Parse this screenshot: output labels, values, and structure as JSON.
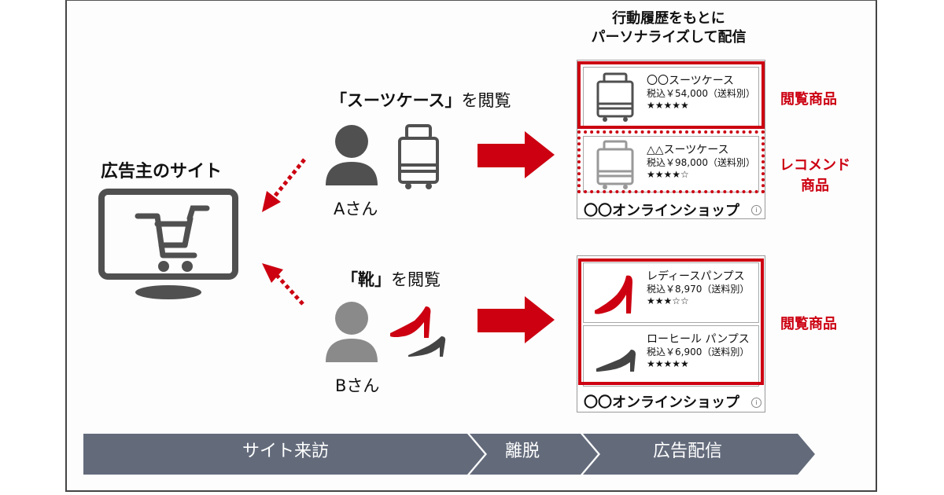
{
  "header": {
    "caption_line1": "行動履歴をもとに",
    "caption_line2": "パーソナライズして配信"
  },
  "advertiser": {
    "title": "広告主のサイト",
    "icon": "monitor-cart-icon"
  },
  "user_a": {
    "view_prefix": "「スーツケース」",
    "view_suffix": "を閲覧",
    "name": "Aさん",
    "item_icon": "suitcase-icon"
  },
  "user_b": {
    "view_prefix": "「靴」",
    "view_suffix": "を閲覧",
    "name": "Bさん",
    "item_icon": "high-heels-icon"
  },
  "ad_a": {
    "products": [
      {
        "name": "〇〇スーツケース",
        "price": "税込￥54,000（送料別）",
        "stars": "★★★★★",
        "rating": 5,
        "icon": "suitcase-icon",
        "type": "viewed"
      },
      {
        "name": "△△スーツケース",
        "price": "税込￥98,000（送料別）",
        "stars": "★★★★☆",
        "rating": 4,
        "icon": "suitcase-icon",
        "type": "recommended"
      }
    ],
    "shop_name": "〇〇オンラインショップ",
    "ad_info_glyph": "i"
  },
  "ad_b": {
    "products": [
      {
        "name": "レディースパンプス",
        "price": "税込￥8,970（送料別）",
        "stars": "★★★☆☆",
        "rating": 3,
        "icon": "pumps-icon",
        "type": "viewed"
      },
      {
        "name": "ローヒール パンプス",
        "price": "税込￥6,900（送料別）",
        "stars": "★★★★★",
        "rating": 5,
        "icon": "low-heel-icon",
        "type": "viewed"
      }
    ],
    "shop_name": "〇〇オンラインショップ",
    "ad_info_glyph": "i"
  },
  "side_labels": {
    "viewed": "閲覧商品",
    "recommended_line1": "レコメンド",
    "recommended_line2": "商品",
    "viewed_b": "閲覧商品"
  },
  "timeline": {
    "steps": [
      "サイト来訪",
      "離脱",
      "広告配信"
    ]
  },
  "colors": {
    "accent_red": "#cc0011",
    "icon_dark": "#505050",
    "icon_gray": "#8a8a8a",
    "timeline_fill": "#636b7b"
  }
}
